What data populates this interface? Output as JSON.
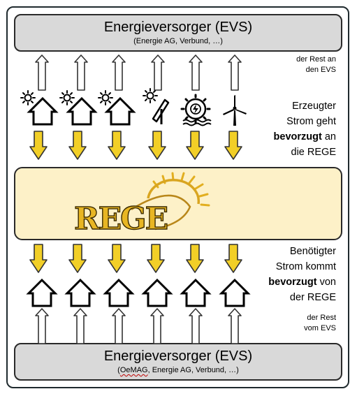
{
  "top_evs": {
    "title": "Energieversorger (EVS)",
    "subtitle": "(Energie AG, Verbund, …)"
  },
  "bottom_evs": {
    "title": "Energieversorger (EVS)",
    "subtitle_prefix": "(",
    "subtitle_marked": "OeMAG",
    "subtitle_rest": ", Energie AG, Verbund, …)"
  },
  "rege": {
    "logo_text": "REGE"
  },
  "notes": {
    "rest_to_evs_1": "der Rest an",
    "rest_to_evs_2": "den EVS",
    "produced_1": "Erzeugter",
    "produced_2": "Strom geht",
    "produced_3_bold": "bevorzugt",
    "produced_3_rest": " an",
    "produced_4": "die REGE",
    "needed_1": "Benötigter",
    "needed_2": "Strom kommt",
    "needed_3_bold": "bevorzugt",
    "needed_3_rest": " von",
    "needed_4": "der REGE",
    "rest_from_evs_1": "der Rest",
    "rest_from_evs_2": "vom EVS"
  },
  "producers": [
    "solar-house-icon",
    "solar-house-icon",
    "solar-house-icon",
    "solar-panel-icon",
    "hydro-power-icon",
    "wind-turbine-icon"
  ],
  "consumers": [
    "house-icon",
    "house-icon",
    "house-icon",
    "house-icon",
    "house-icon",
    "house-icon"
  ],
  "colors": {
    "arrow_yellow": "#f2cf27",
    "rege_fill": "#fdf1c8",
    "evs_fill": "#d9d9d9",
    "logo_gold": "#d9a520"
  }
}
